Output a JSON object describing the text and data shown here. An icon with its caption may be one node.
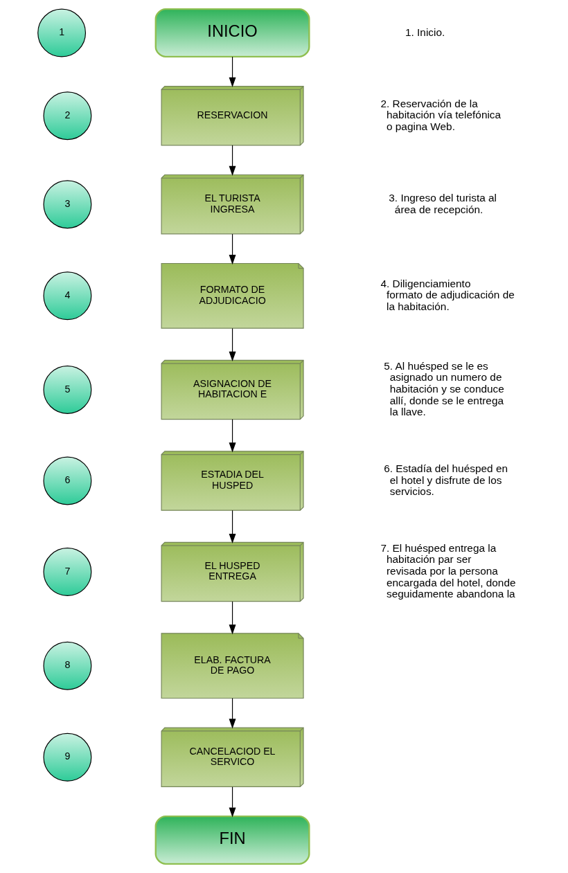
{
  "diagram": {
    "nodes": [
      {
        "text": [
          "1"
        ]
      },
      {
        "text": [
          "INICIO"
        ]
      },
      {
        "text": [
          "2"
        ]
      },
      {
        "text": [
          "RESERVACION"
        ]
      },
      {
        "text": [
          "3"
        ]
      },
      {
        "text": [
          "EL TURISTA INGRESA"
        ]
      },
      {
        "text": [
          "4"
        ]
      },
      {
        "text": [
          "FORMATO DE ADJUDICACIO"
        ]
      },
      {
        "text": [
          "5"
        ]
      },
      {
        "text": [
          "ASIGNACION DE HABITACION E"
        ]
      },
      {
        "text": [
          "6"
        ]
      },
      {
        "text": [
          "ESTADIA DEL HUSPED"
        ]
      },
      {
        "text": [
          "7"
        ]
      },
      {
        "text": [
          "EL HUSPED ENTREGA"
        ]
      },
      {
        "text": [
          "8"
        ]
      },
      {
        "text": [
          "ELAB. FACTURA DE PAGO"
        ]
      },
      {
        "text": [
          "9"
        ]
      },
      {
        "text": [
          "CANCELACIOD EL SERVICO"
        ]
      },
      {
        "text": [
          "FIN"
        ]
      }
    ],
    "edges": [
      {
        "from": 1,
        "to": 3,
        "arrow": "to"
      },
      {
        "from": 3,
        "to": 5,
        "arrow": "to"
      },
      {
        "from": 5,
        "to": 7,
        "arrow": "to"
      },
      {
        "from": 7,
        "to": 9,
        "arrow": "to"
      },
      {
        "from": 9,
        "to": 11,
        "arrow": "to"
      },
      {
        "from": 11,
        "to": 13,
        "arrow": "to"
      },
      {
        "from": 13,
        "to": 15,
        "arrow": "to"
      },
      {
        "from": 15,
        "to": 17,
        "arrow": "to"
      },
      {
        "from": 17,
        "to": 18,
        "arrow": "to"
      }
    ],
    "labels": [
      "1. Inicio.",
      "2. Reservación de la habitación vía telefónica o pagina Web.",
      "3. Ingreso del turista al área de recepción.",
      "4. Diligenciamiento formato de adjudicación de la habitación.",
      "5. Al huésped se le es asignado un numero de habitación y se conduce allí, donde se le entrega la llave.",
      "6. Estadía del huésped en el hotel y disfrute de los servicios.",
      "7. El huésped entrega la habitación par ser revisada por la persona encargada del hotel, donde seguidamente abandona la"
    ]
  }
}
